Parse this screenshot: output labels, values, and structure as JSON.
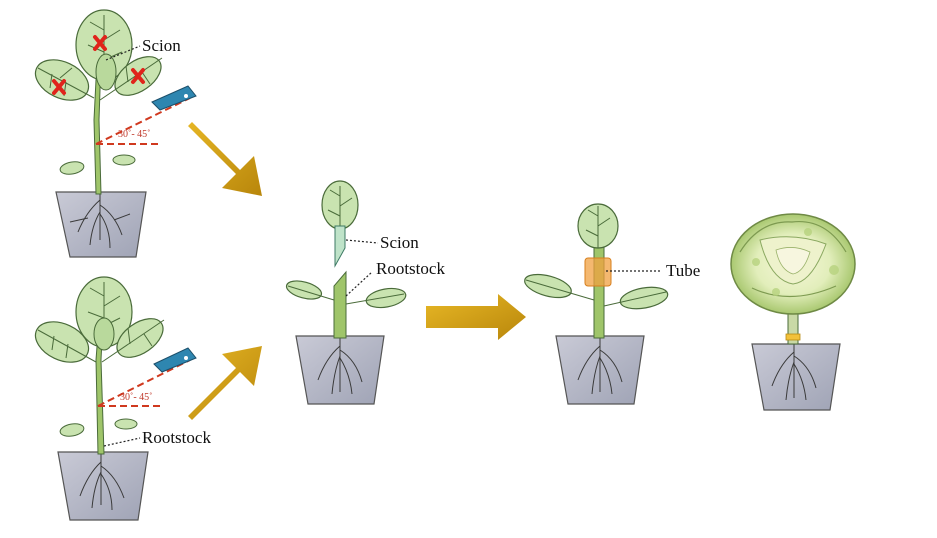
{
  "labels": {
    "scion_top": "Scion",
    "rootstock_bottom": "Rootstock",
    "scion_middle": "Scion",
    "rootstock_middle": "Rootstock",
    "tube": "Tube",
    "angle_top": "30˚- 45˚",
    "angle_bottom": "30˚- 45˚"
  },
  "colors": {
    "arrow": "#d4a21a",
    "stem": "#9fc56a",
    "leaf": "#c9e3b0",
    "leaf_vein": "#4a6b3a",
    "pot": "#b8b8c6",
    "cut_line": "#d0391f",
    "cross": "#e0241b",
    "blade": "#2e86b0",
    "tube": "#f0a040",
    "cabbage": "#dfeab8"
  },
  "icons": [
    "red-cross-icon",
    "blade-icon",
    "arrow-icon",
    "cabbage-icon"
  ]
}
